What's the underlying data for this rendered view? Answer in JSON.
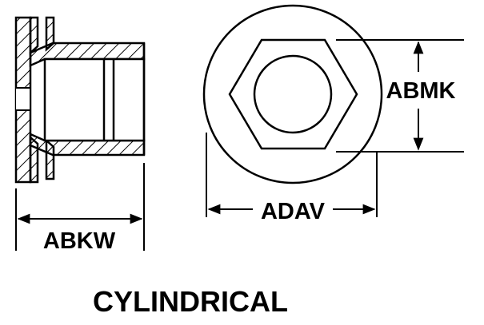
{
  "labels": {
    "side_width": "ABKW",
    "front_across_flats": "ABMK",
    "front_diameter": "ADAV",
    "shape": "CYLINDRICAL"
  },
  "colors": {
    "ink": "#000000",
    "paper": "#ffffff"
  }
}
